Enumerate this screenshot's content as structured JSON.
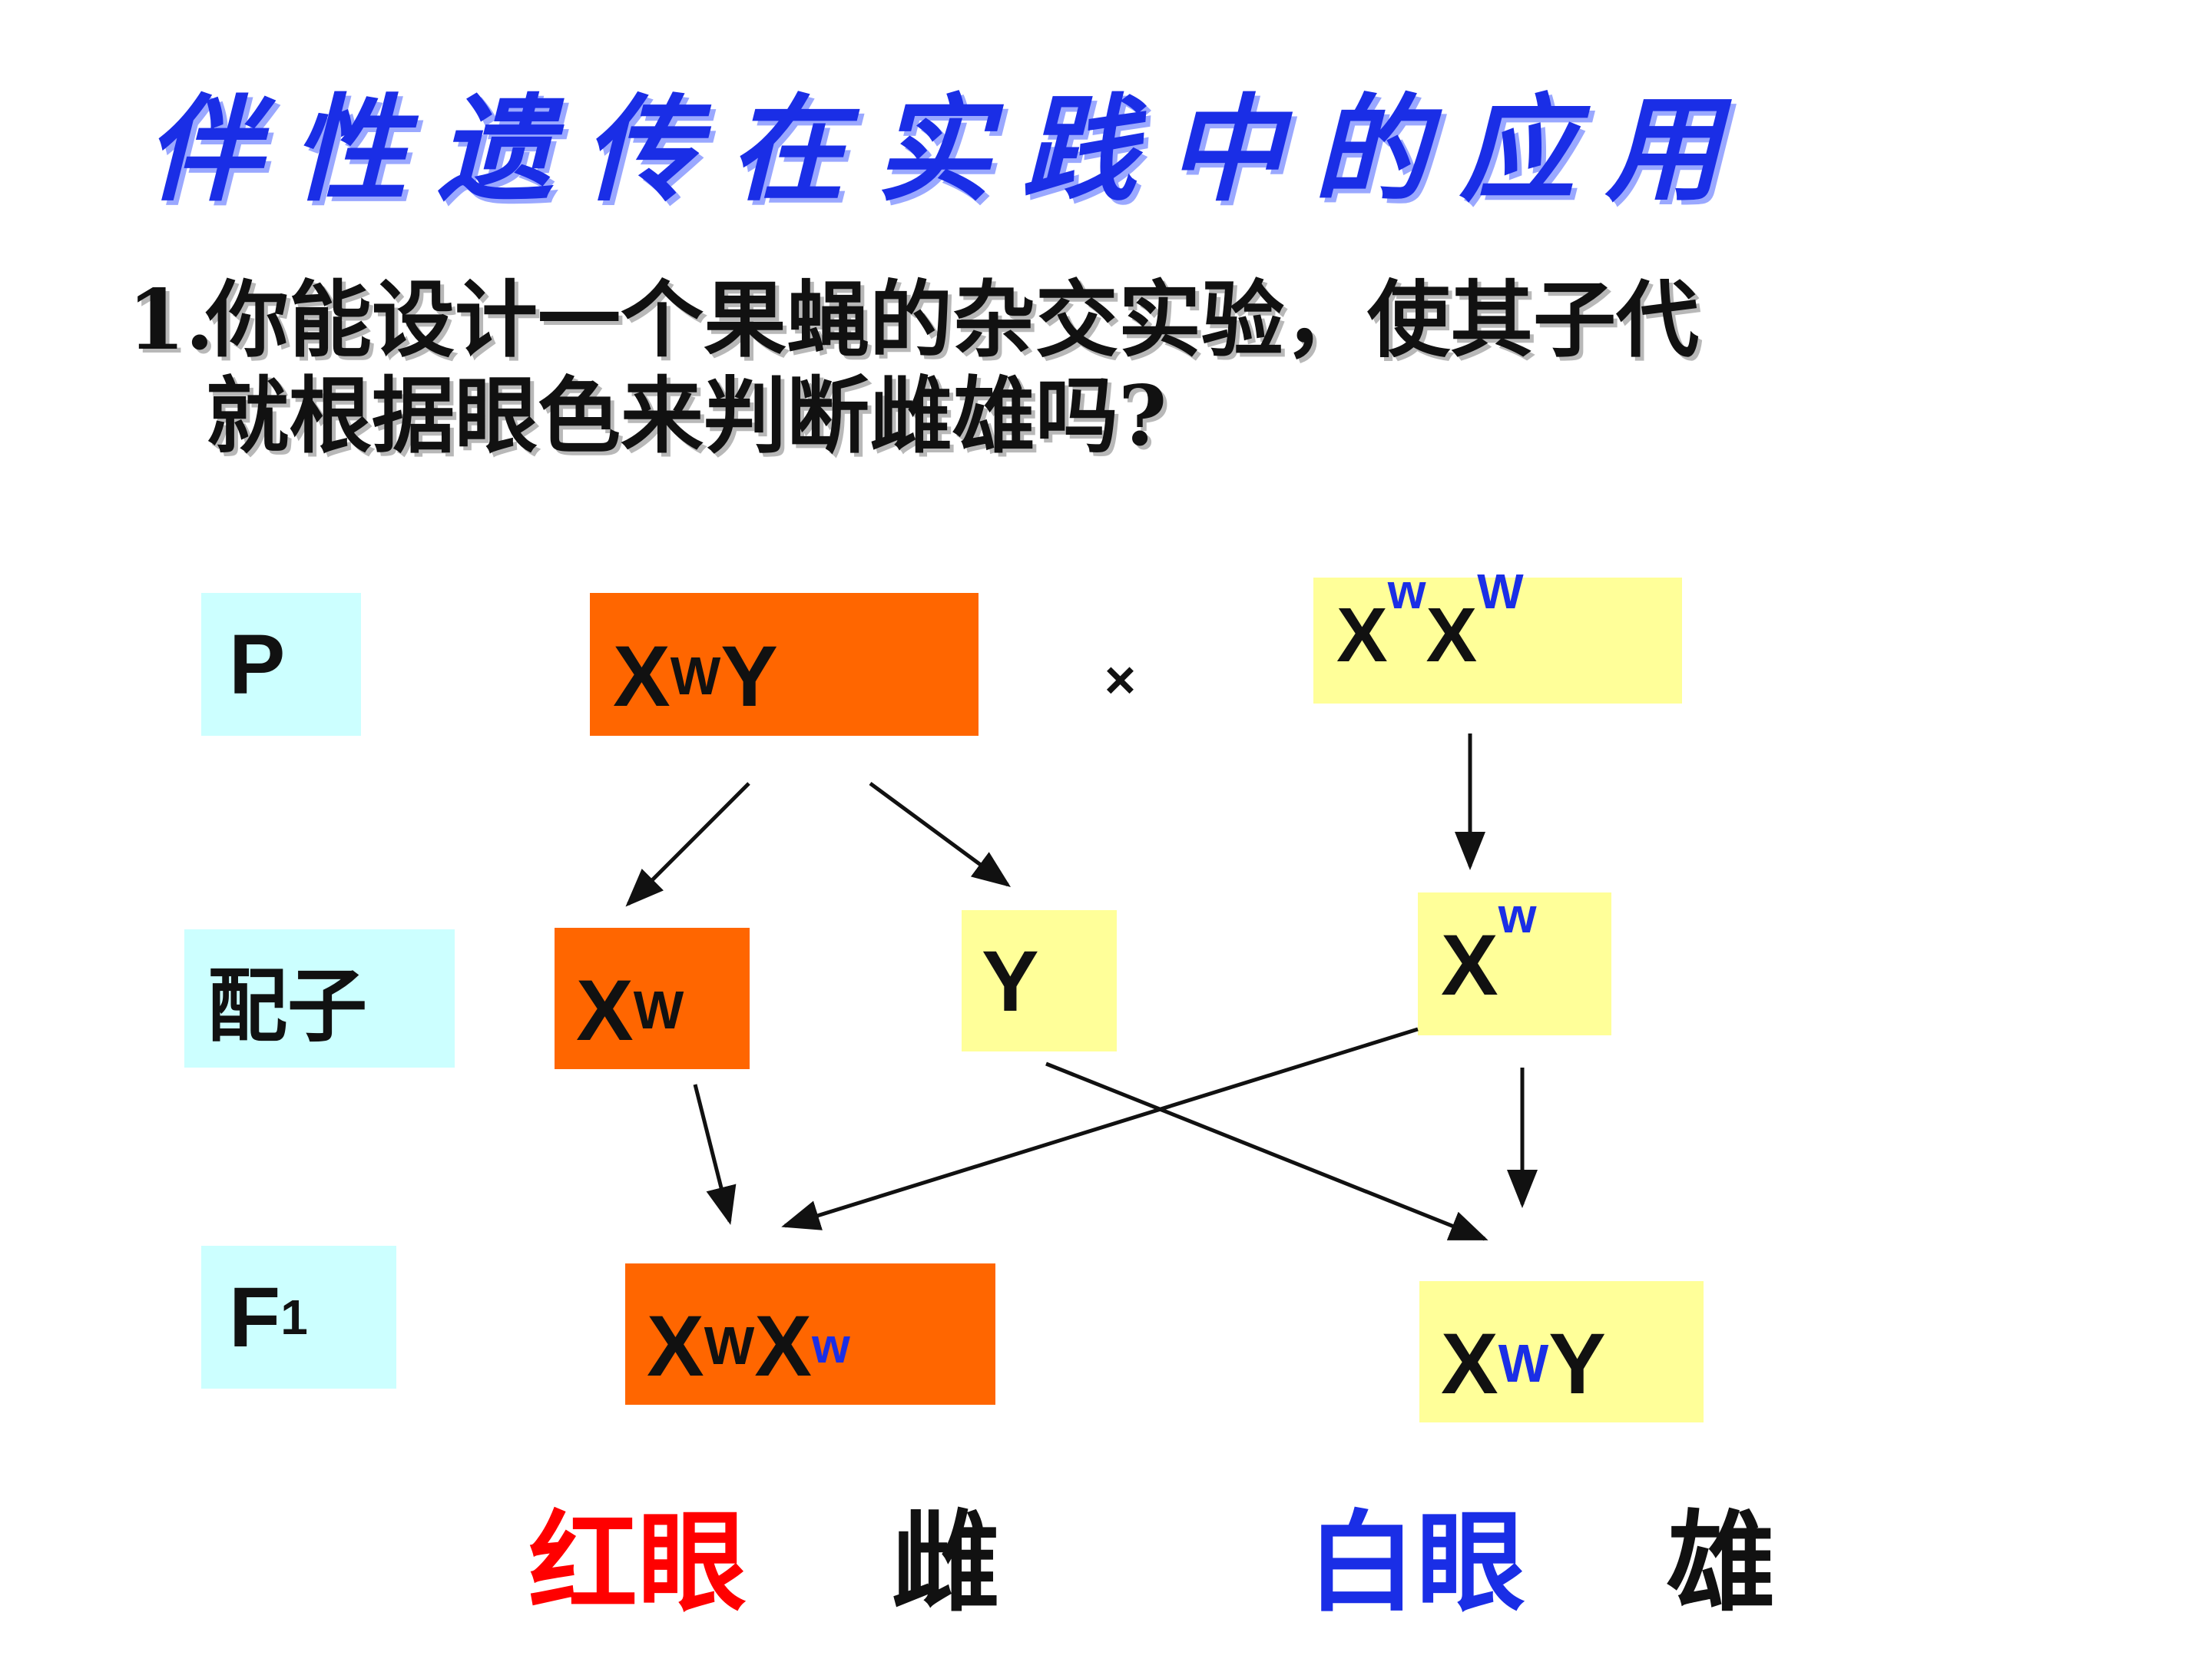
{
  "title": "伴性遗传在实践中的应用",
  "question": {
    "number": "1.",
    "line1": "你能设计一个果蝇的杂交实验，使其子代",
    "line2": "就根据眼色来判断雌雄吗?"
  },
  "row_labels": {
    "p": "P",
    "gamete": "配子",
    "f1_letter": "F",
    "f1_sub": "1"
  },
  "cross_symbol": "×",
  "parents": {
    "male": {
      "x": "X",
      "sup": "W",
      "y": "Y"
    },
    "female": {
      "x1": "X",
      "sup1": "w",
      "x2": "X",
      "sup2": "W"
    }
  },
  "gametes": {
    "male_x": {
      "x": "X",
      "sup": "W"
    },
    "male_y": "Y",
    "female_x": {
      "x": "X",
      "sup": "w"
    }
  },
  "offspring": {
    "female": {
      "x1": "X",
      "sup1": "W",
      "x2": "X",
      "sup2": "w"
    },
    "male": {
      "x": "X",
      "sup": "W",
      "y": "Y"
    }
  },
  "phenotypes": {
    "left_color": "红眼",
    "left_sex": "雌",
    "right_color": "白眼",
    "right_sex": "雄"
  },
  "colors": {
    "title": "#1a2ee6",
    "orange_box": "#ff6600",
    "yellow_box": "#ffff99",
    "cyan_box": "#ccffff",
    "red_text": "#ff0000",
    "blue_text": "#1a2ee6"
  }
}
